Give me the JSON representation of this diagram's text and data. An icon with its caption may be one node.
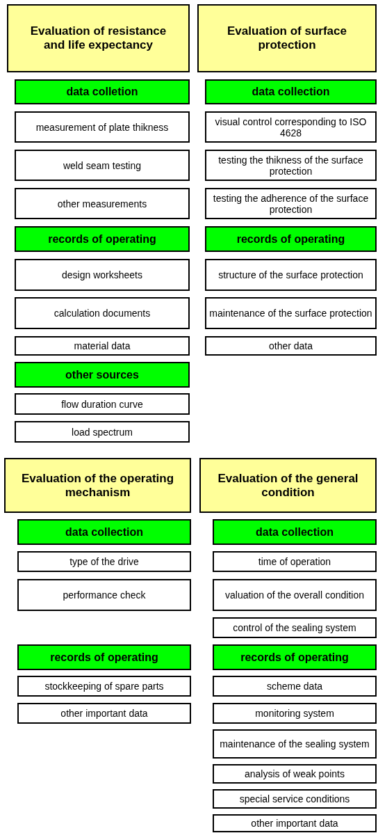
{
  "diagram": {
    "nodes": [
      {
        "text": [
          "Evaluation of resistance and life expectancy"
        ]
      },
      {
        "text": [
          "Evaluation of surface protection"
        ]
      },
      {
        "text": [
          "data colletion"
        ]
      },
      {
        "text": [
          "data collection"
        ]
      },
      {
        "text": [
          "measurement of plate thikness"
        ]
      },
      {
        "text": [
          "visual control corresponding to ISO 4628"
        ]
      },
      {
        "text": [
          "weld seam testing"
        ]
      },
      {
        "text": [
          "testing the thikness of the surface protection"
        ]
      },
      {
        "text": [
          "other measurements"
        ]
      },
      {
        "text": [
          "testing the adherence of the surface protection"
        ]
      },
      {
        "text": [
          "records of operating"
        ]
      },
      {
        "text": [
          "records of operating"
        ]
      },
      {
        "text": [
          "design worksheets"
        ]
      },
      {
        "text": [
          "structure of the surface protection"
        ]
      },
      {
        "text": [
          "calculation documents"
        ]
      },
      {
        "text": [
          "maintenance of the surface protection"
        ]
      },
      {
        "text": [
          "material data"
        ]
      },
      {
        "text": [
          "other data"
        ]
      },
      {
        "text": [
          "other sources"
        ]
      },
      {
        "text": [
          "flow  duration curve"
        ]
      },
      {
        "text": [
          "load spectrum"
        ]
      },
      {
        "text": [
          "Evaluation of the operating mechanism"
        ]
      },
      {
        "text": [
          "Evaluation of the general condition"
        ]
      },
      {
        "text": [
          "data collection"
        ]
      },
      {
        "text": [
          "data collection"
        ]
      },
      {
        "text": [
          "type of the drive"
        ]
      },
      {
        "text": [
          "time of operation"
        ]
      },
      {
        "text": [
          "performance check"
        ]
      },
      {
        "text": [
          "valuation of the overall condition"
        ]
      },
      {
        "text": [
          "control of the sealing system"
        ]
      },
      {
        "text": [
          "records of operating"
        ]
      },
      {
        "text": [
          "records of operating"
        ]
      },
      {
        "text": [
          "stockkeeping of spare parts"
        ]
      },
      {
        "text": [
          "scheme data"
        ]
      },
      {
        "text": [
          "other important data"
        ]
      },
      {
        "text": [
          "monitoring system"
        ]
      },
      {
        "text": [
          "maintenance of the sealing system"
        ]
      },
      {
        "text": [
          "analysis of weak points"
        ]
      },
      {
        "text": [
          "special service conditions"
        ]
      },
      {
        "text": [
          "other important data"
        ]
      }
    ]
  }
}
